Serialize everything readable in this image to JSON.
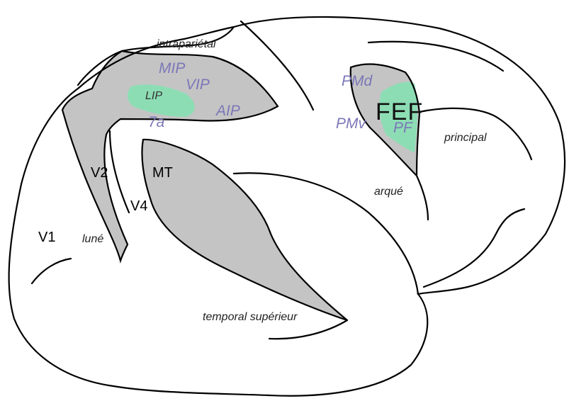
{
  "colors": {
    "outline": "#000000",
    "sulcus_fill": "#c4c4c4",
    "highlight_fill": "#7fe3b0",
    "area_label": "#7b77b8",
    "background": "#ffffff"
  },
  "labels": {
    "intraparietal": "intrapariétal",
    "principal": "principal",
    "arcuate": "arqué",
    "lunate": "luné",
    "superior_temporal": "temporal supérieur",
    "mip": "MIP",
    "vip": "VIP",
    "lip": "LIP",
    "aip": "AIP",
    "area_7a": "7a",
    "pmd": "PMd",
    "pmv": "PMv",
    "pf": "PF",
    "fef": "FEF",
    "v1": "V1",
    "v2": "V2",
    "v4": "V4",
    "mt": "MT"
  }
}
